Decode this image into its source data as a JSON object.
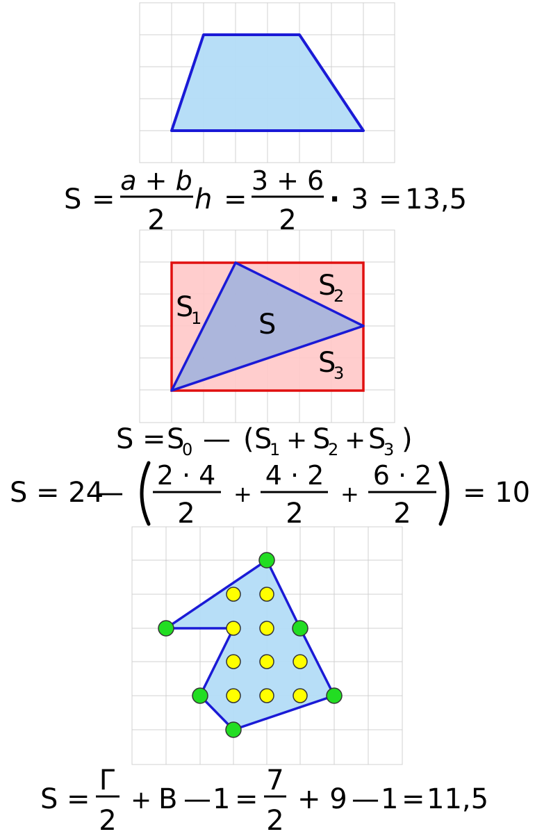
{
  "figures": {
    "trapezoid": {
      "formula": {
        "S": "S",
        "eq1": "=",
        "frac1_num": "a + b",
        "frac1_den": "2",
        "h": "h",
        "eq2": "=",
        "frac2_num": "3 + 6",
        "frac2_den": "2",
        "dot": "·",
        "three": "3",
        "eq3": "=",
        "result": "13,5"
      }
    },
    "triangle": {
      "labels": {
        "S1": "S",
        "S1_sub": "1",
        "S2": "S",
        "S2_sub": "2",
        "S3": "S",
        "S3_sub": "3",
        "S": "S"
      },
      "formula1": {
        "S": "S",
        "eq": "=",
        "S0": "S",
        "S0_sub": "0",
        "minus": "—",
        "lparen": "(",
        "S1": "S",
        "S1_sub": "1",
        "plus1": "+",
        "S2": "S",
        "S2_sub": "2",
        "plus2": "+",
        "S3": "S",
        "S3_sub": "3",
        "rparen": ")"
      },
      "formula2": {
        "S": "S",
        "eq": "= 24",
        "minus": "—",
        "frac1_num": "2 · 4",
        "frac1_den": "2",
        "plus1": "+",
        "frac2_num": "4 · 2",
        "frac2_den": "2",
        "plus2": "+",
        "frac3_num": "6 · 2",
        "frac3_den": "2",
        "result": "= 10"
      }
    },
    "pick": {
      "formula": {
        "S": "S",
        "eq1": "=",
        "frac1_num": "Г",
        "frac1_den": "2",
        "plus1": "+",
        "B": "В",
        "minus1": "—",
        "one1": "1",
        "eq2": "=",
        "frac2_num": "7",
        "frac2_den": "2",
        "plus2": "+ 9",
        "minus2": "—",
        "one2": "1",
        "eq3": "=",
        "result": "11,5"
      }
    }
  },
  "colors": {
    "grid": "#d0d0d0",
    "edge": "#1a1ad6",
    "fill_blue": "#b3dcf7",
    "rect_stroke": "#e01010",
    "rect_fill": "#ffc8c8",
    "tri_fill": "#a8b4dc",
    "boundary_dot": "#22dd22",
    "interior_dot": "#ffff00"
  }
}
